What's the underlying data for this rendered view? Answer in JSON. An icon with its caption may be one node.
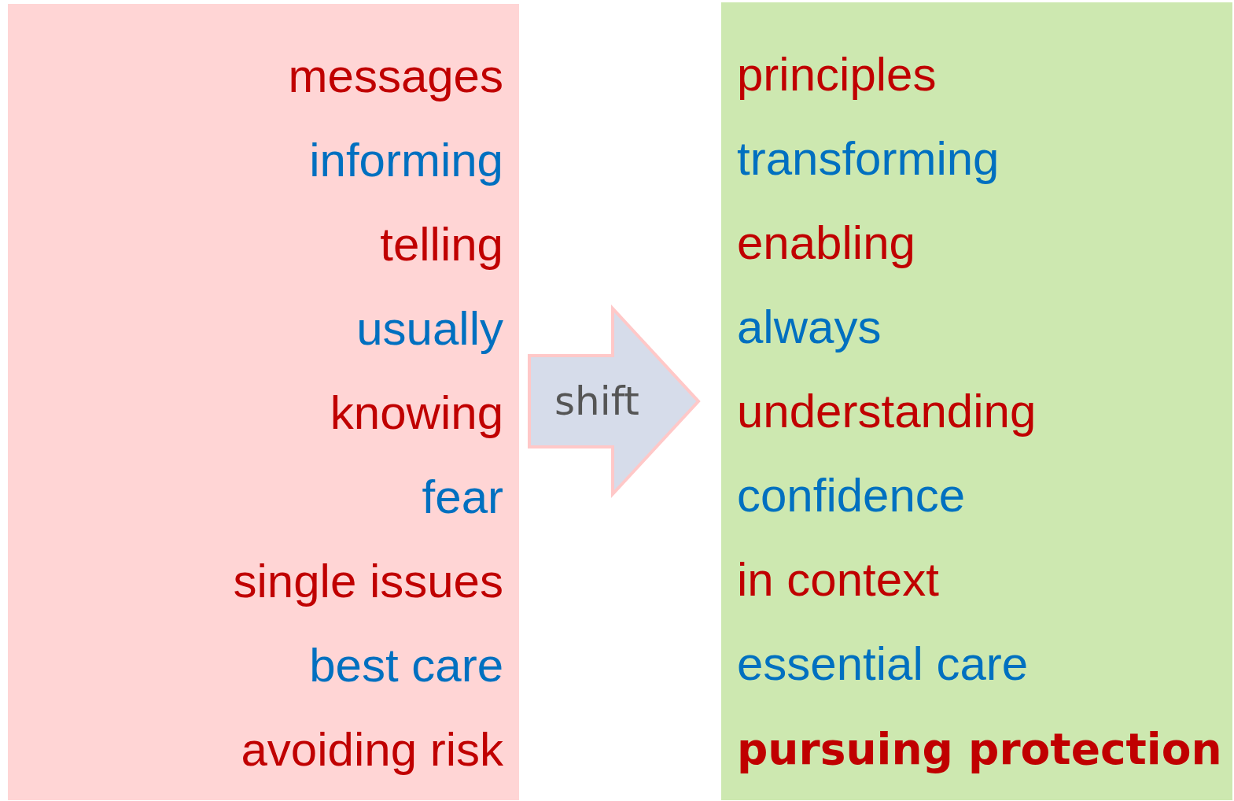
{
  "diagram": {
    "nodes": [
      {
        "text": [
          "messages",
          "informing",
          "telling",
          "usually",
          "knowing",
          "fear",
          "single issues",
          "best care",
          "avoiding risk"
        ]
      },
      {
        "text": [
          "principles",
          "transforming",
          "enabling",
          "always",
          "understanding",
          "confidence",
          "in context",
          "essential care",
          "pursuing protection"
        ]
      }
    ],
    "edges": [
      {
        "from": 0,
        "to": 1,
        "arrow": "to",
        "label": "shift"
      }
    ]
  }
}
